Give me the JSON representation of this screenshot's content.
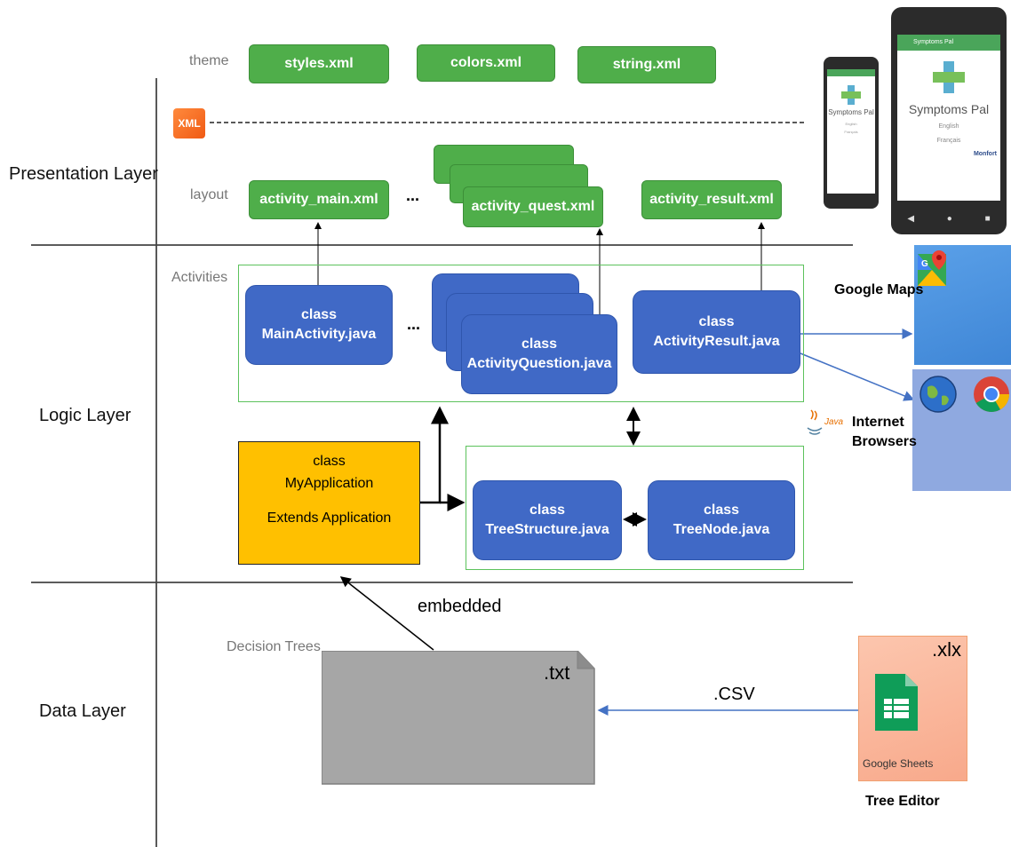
{
  "layers": {
    "presentation": "Presentation Layer",
    "logic": "Logic Layer",
    "data": "Data Layer"
  },
  "sections": {
    "theme": "theme",
    "layout": "layout",
    "activities": "Activities",
    "decision_trees": "Decision Trees"
  },
  "theme_files": [
    "styles.xml",
    "colors.xml",
    "string.xml"
  ],
  "xml_badge": "XML",
  "layout_files": {
    "main": "activity_main.xml",
    "quest": "activity_quest.xml",
    "result": "activity_result.xml",
    "ellipsis": "..."
  },
  "activity_classes": {
    "main": [
      "class",
      "MainActivity.java"
    ],
    "question": [
      "class",
      "ActivityQuestion.java"
    ],
    "result": [
      "class",
      "ActivityResult.java"
    ],
    "ellipsis": "..."
  },
  "myapp": [
    "class",
    "MyApplication",
    "Extends Application"
  ],
  "tree_classes": {
    "structure": [
      "class",
      "TreeStructure.java"
    ],
    "node": [
      "class",
      "TreeNode.java"
    ]
  },
  "external": {
    "google_maps": "Google Maps",
    "internet_browsers": [
      "Internet",
      "Browsers"
    ],
    "java_logo": "Java"
  },
  "data": {
    "embedded": "embedded",
    "txt": ".txt",
    "csv": ".CSV",
    "xlx": ".xlx",
    "google_sheets": "Google Sheets",
    "tree_editor": "Tree Editor"
  },
  "phone": {
    "title": "Symptoms Pal",
    "lang1": "English",
    "lang2": "Français",
    "brand": "Monfort"
  },
  "colors": {
    "green": "#4fae4a",
    "blue": "#4069c6",
    "yellow": "#ffc000",
    "gray": "#a6a6a6",
    "salmon": "#fbb9a0",
    "light_blue": "#5b9be0"
  }
}
